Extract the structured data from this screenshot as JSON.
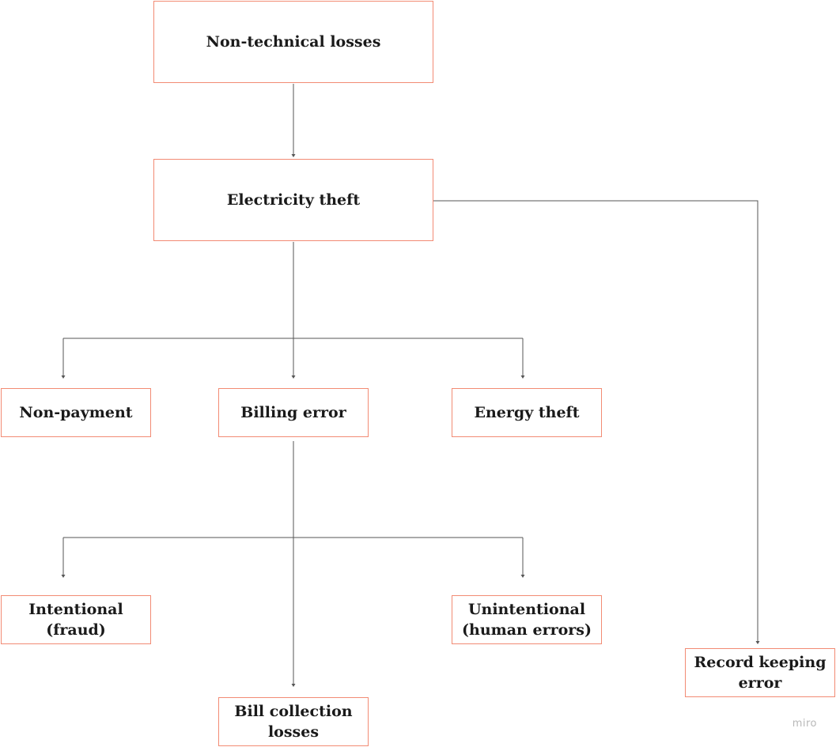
{
  "nodes": {
    "non_technical_losses": "Non-technical losses",
    "electricity_theft": "Electricity theft",
    "non_payment": "Non-payment",
    "billing_error": "Billing error",
    "energy_theft": "Energy theft",
    "intentional": "Intentional\n(fraud)",
    "unintentional": "Unintentional\n(human errors)",
    "bill_collection": "Bill collection\nlosses",
    "record_keeping": "Record keeping\nerror"
  },
  "colors": {
    "node_border": "#f28b74",
    "connector": "#555555",
    "text": "#1a1a1a"
  },
  "watermark": "miro"
}
